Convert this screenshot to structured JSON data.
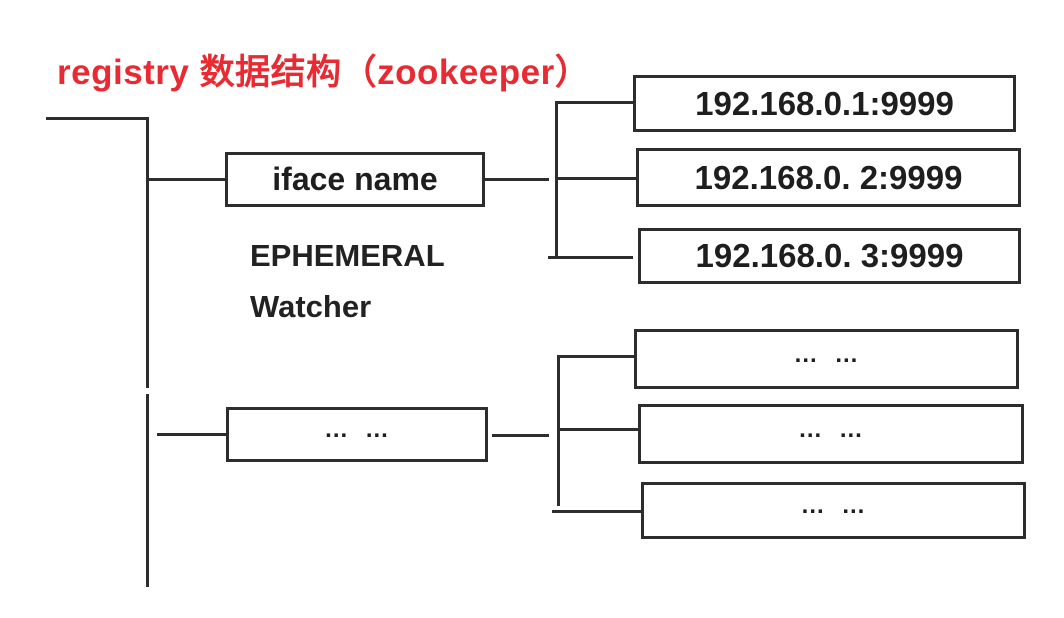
{
  "title": {
    "text": "registry 数据结构（zookeeper）",
    "color": "#e82b33"
  },
  "colors": {
    "line": "#2d2d2d",
    "text": "#1e1e1e",
    "title_red": "#e82b33",
    "background": "#ffffff"
  },
  "diagram": {
    "root": {
      "annotations": {
        "ephemeral": "EPHEMERAL",
        "watcher": "Watcher"
      }
    },
    "interfaces": [
      {
        "label": "iface name",
        "providers": [
          "192.168.0.1:9999",
          "192.168.0. 2:9999",
          "192.168.0. 3:9999"
        ]
      },
      {
        "label": "... ...",
        "providers": [
          "... ...",
          "... ...",
          "... ..."
        ]
      }
    ]
  }
}
